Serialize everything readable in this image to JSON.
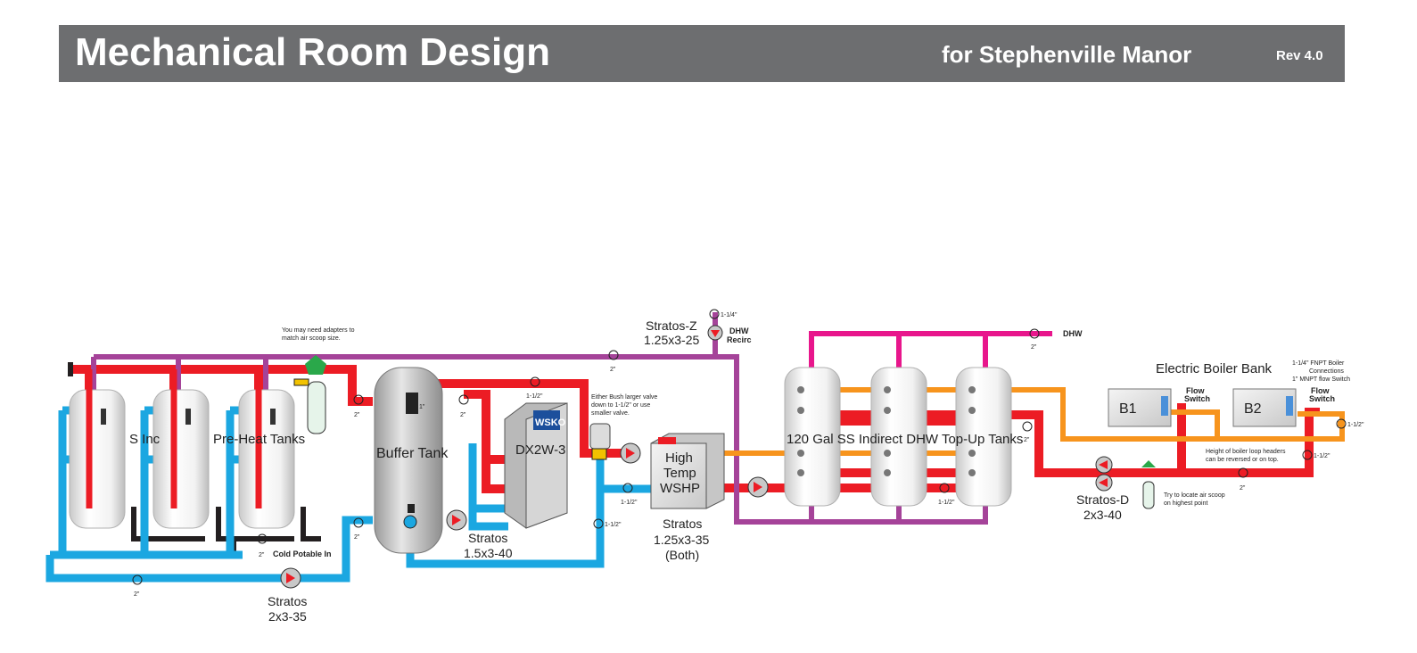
{
  "header": {
    "title": "Mechanical Room Design",
    "subtitle": "for Stephenville Manor",
    "revision": "Rev 4.0"
  },
  "colors": {
    "header_bg": "#6d6e70",
    "supply_hot": "#ec1c24",
    "return_cold": "#1ba7e1",
    "recirc": "#a54399",
    "dhw": "#e8168c",
    "boiler_loop": "#f7941d",
    "potable": "#231f20"
  },
  "labels": {
    "preheat_partial": "S Inc",
    "preheat_tanks": "Pre-Heat Tanks",
    "buffer_tank": "Buffer Tank",
    "dx2w": "DX2W-3",
    "wshp_line1": "High",
    "wshp_line2": "Temp",
    "wshp_line3": "WSHP",
    "indirect_tanks": "120 Gal SS Indirect DHW Top-Up Tanks",
    "boiler_bank": "Electric Boiler Bank",
    "b1": "B1",
    "b2": "B2",
    "dhw": "DHW",
    "dhw_recirc_1": "DHW",
    "dhw_recirc_2": "Recirc",
    "cold_potable": "Cold Potable In",
    "flow_switch_1a": "Flow",
    "flow_switch_1b": "Switch",
    "flow_switch_2a": "Flow",
    "flow_switch_2b": "Switch"
  },
  "pumps": {
    "stratos_z_1": "Stratos-Z",
    "stratos_z_2": "1.25x3-25",
    "stratos_a_1": "Stratos",
    "stratos_a_2": "2x3-35",
    "stratos_b_1": "Stratos",
    "stratos_b_2": "1.5x3-40",
    "stratos_c_1": "Stratos",
    "stratos_c_2": "1.25x3-35",
    "stratos_c_3": "(Both)",
    "stratos_d_1": "Stratos-D",
    "stratos_d_2": "2x3-40"
  },
  "notes": {
    "adapters_1": "You may need adapters to",
    "adapters_2": "match air scoop size.",
    "bush_1": "Either Bush larger valve",
    "bush_2": "down to 1-1/2\" or use",
    "bush_3": "smaller valve.",
    "fnpt_1": "1-1/4\" FNPT Boiler",
    "fnpt_2": "Connections",
    "fnpt_3": "1\" MNPT flow Switch",
    "height_1": "Height of boiler loop headers",
    "height_2": "can be reversed or on top.",
    "airscoop_1": "Try to locate air scoop",
    "airscoop_2": "on highest point"
  },
  "sizes": {
    "s1": "2\"",
    "s2": "2\"",
    "s3": "2\"",
    "s4": "2\"",
    "s5": "2\"",
    "s6": "1-1/2\"",
    "s7": "2\"",
    "s8": "1-1/2\"",
    "s9": "1-1/2\"",
    "s10": "1-1/4\"",
    "s11": "2\"",
    "s12": "2\"",
    "s13": "1-1/2\"",
    "s14": "2\"",
    "s15": "1-1/2\"",
    "s16": "1-1/2\"",
    "s17": "1\"",
    "s18": "2\"",
    "s19": "2\""
  }
}
